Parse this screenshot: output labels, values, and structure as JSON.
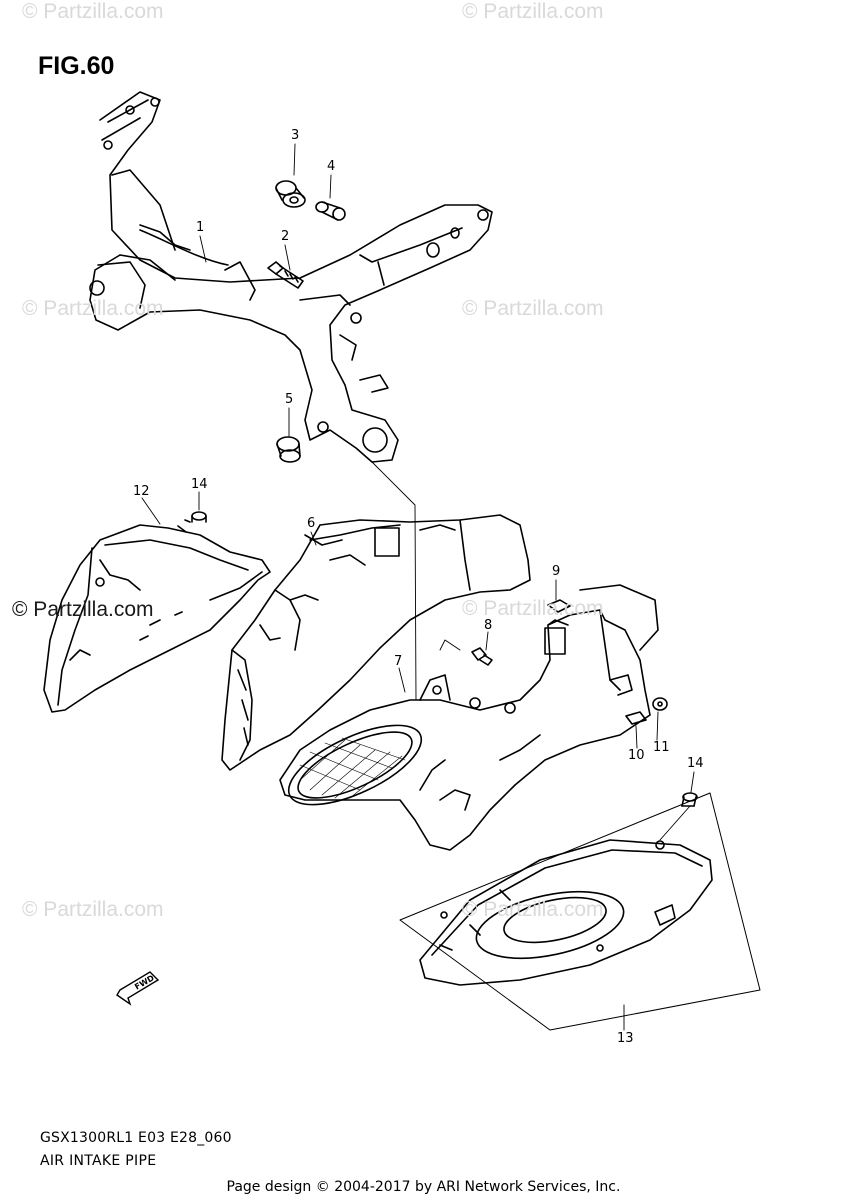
{
  "figure": {
    "title": "FIG.60"
  },
  "watermarks": [
    "© Partzilla.com",
    "© Partzilla.com",
    "© Partzilla.com",
    "© Partzilla.com",
    "© Partzilla.com",
    "© Partzilla.com",
    "© Partzilla.com",
    "© Partzilla.com"
  ],
  "callouts": [
    "1",
    "2",
    "3",
    "4",
    "5",
    "6",
    "7",
    "8",
    "9",
    "10",
    "11",
    "12",
    "13",
    "14",
    "14"
  ],
  "fwd_mark": "FWD",
  "caption": {
    "code": "GSX1300RL1 E03 E28_060",
    "title": "AIR INTAKE PIPE"
  },
  "footer": "Page design © 2004-2017 by ARI Network Services, Inc."
}
